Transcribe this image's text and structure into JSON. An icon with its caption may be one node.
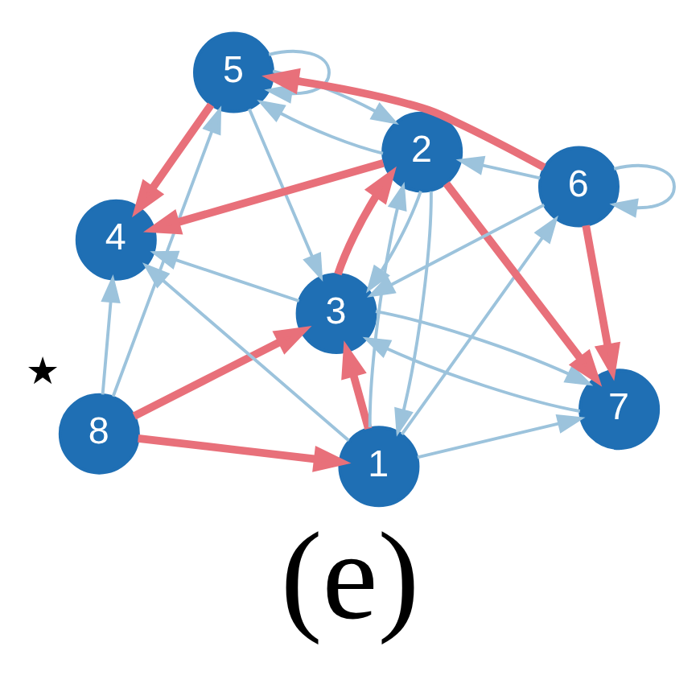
{
  "diagram": {
    "caption": "(e)",
    "nodes": [
      {
        "text": [
          "8"
        ],
        "beside": [
          "★"
        ]
      },
      {
        "text": [
          "4"
        ]
      },
      {
        "text": [
          "1"
        ]
      },
      {
        "text": [
          "3"
        ]
      },
      {
        "text": [
          "7"
        ]
      },
      {
        "text": [
          "5"
        ]
      },
      {
        "text": [
          "2"
        ]
      },
      {
        "text": [
          "6"
        ]
      }
    ],
    "edges": [
      {
        "from": 0,
        "to": 2,
        "arrow": "to",
        "style": "thick",
        "color": "#e8707a"
      },
      {
        "from": 0,
        "to": 3,
        "arrow": "to",
        "style": "thick",
        "color": "#e8707a"
      },
      {
        "from": 2,
        "to": 3,
        "arrow": "to",
        "style": "thick",
        "color": "#e8707a"
      },
      {
        "from": 3,
        "to": 6,
        "arrow": "to",
        "style": "thick",
        "color": "#e8707a"
      },
      {
        "from": 6,
        "to": 1,
        "arrow": "to",
        "style": "thick",
        "color": "#e8707a"
      },
      {
        "from": 5,
        "to": 1,
        "arrow": "to",
        "style": "thick",
        "color": "#e8707a"
      },
      {
        "from": 6,
        "to": 4,
        "arrow": "to",
        "style": "thick",
        "color": "#e8707a"
      },
      {
        "from": 7,
        "to": 4,
        "arrow": "to",
        "style": "thick",
        "color": "#e8707a"
      },
      {
        "from": 7,
        "to": 5,
        "arrow": "to",
        "style": "thick",
        "color": "#e8707a"
      },
      {
        "from": 0,
        "to": 1,
        "arrow": "to"
      },
      {
        "from": 0,
        "to": 5,
        "arrow": "to"
      },
      {
        "from": 2,
        "to": 1,
        "arrow": "to"
      },
      {
        "from": 3,
        "to": 1,
        "arrow": "to"
      },
      {
        "from": 5,
        "to": 3,
        "arrow": "to"
      },
      {
        "from": 2,
        "to": 4,
        "arrow": "to"
      },
      {
        "from": 3,
        "to": 4,
        "arrow": "to"
      },
      {
        "from": 4,
        "to": 3,
        "arrow": "to"
      },
      {
        "from": 2,
        "to": 7,
        "arrow": "to"
      },
      {
        "from": 2,
        "to": 6,
        "arrow": "to"
      },
      {
        "from": 6,
        "to": 2,
        "arrow": "to"
      },
      {
        "from": 6,
        "to": 3,
        "arrow": "to"
      },
      {
        "from": 7,
        "to": 3,
        "arrow": "to"
      },
      {
        "from": 5,
        "to": 6,
        "arrow": "to"
      },
      {
        "from": 6,
        "to": 5,
        "arrow": "to"
      },
      {
        "from": 7,
        "to": 6,
        "arrow": "to"
      },
      {
        "from": 5,
        "to": 5,
        "arrow": "to"
      },
      {
        "from": 7,
        "to": 7,
        "arrow": "to"
      }
    ]
  }
}
